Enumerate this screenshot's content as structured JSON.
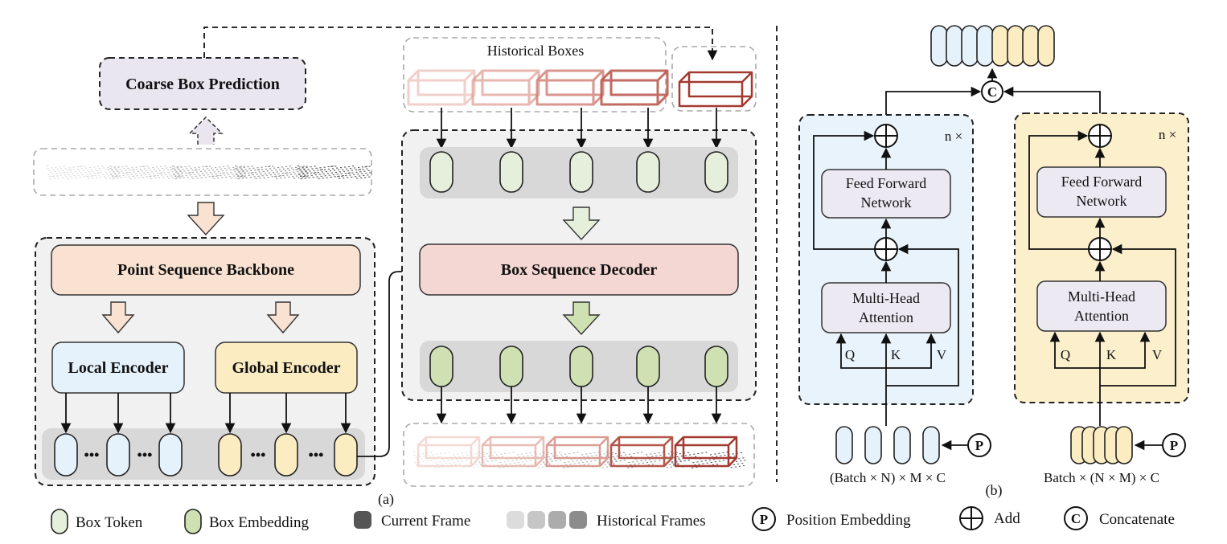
{
  "panel_a": {
    "caption": "(a)",
    "coarse_box_prediction": "Coarse Box Prediction",
    "point_sequence_backbone": "Point Sequence Backbone",
    "local_encoder": "Local Encoder",
    "global_encoder": "Global Encoder",
    "historical_boxes": "Historical Boxes",
    "box_sequence_decoder": "Box Sequence Decoder",
    "ellipsis": "•••"
  },
  "panel_b": {
    "caption": "(b)",
    "left_block": {
      "repeat": "n ×",
      "ffn_line1": "Feed Forward",
      "ffn_line2": "Network",
      "mha_line1": "Multi-Head",
      "mha_line2": "Attention",
      "q": "Q",
      "k": "K",
      "v": "V",
      "shape": "(Batch × N) × M × C"
    },
    "right_block": {
      "repeat": "n ×",
      "ffn_line1": "Feed Forward",
      "ffn_line2": "Network",
      "mha_line1": "Multi-Head",
      "mha_line2": "Attention",
      "q": "Q",
      "k": "K",
      "v": "V",
      "shape": "Batch × (N × M) × C"
    },
    "concat_symbol": "C",
    "position_symbol": "P"
  },
  "legend": {
    "box_token": "Box Token",
    "box_embedding": "Box Embedding",
    "current_frame": "Current Frame",
    "historical_frames": "Historical Frames",
    "position_embedding": "Position Embedding",
    "add": "Add",
    "concatenate": "Concatenate",
    "p_symbol": "P",
    "c_symbol": "C"
  },
  "colors": {
    "box_token_fill": "#e6efdc",
    "box_embedding_fill": "#cfe0b3",
    "local_fill": "#e6f2fb",
    "global_fill": "#fcecc2",
    "backbone_fill": "#fae2d3",
    "decoder_fill": "#f4d6d2",
    "coarse_fill": "#eae6f0",
    "module_fill": "#ece9f2",
    "blue_panel": "#e8f3fb",
    "yellow_panel": "#fbefcc",
    "box_red": "#a8453a"
  }
}
